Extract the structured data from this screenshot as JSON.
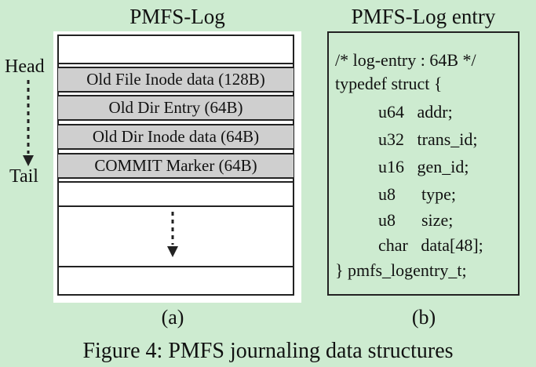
{
  "panel_a": {
    "title": "PMFS-Log",
    "head_label": "Head",
    "tail_label": "Tail",
    "entries": [
      "Old File Inode data (128B)",
      "Old Dir Entry (64B)",
      "Old Dir Inode data (64B)",
      "COMMIT Marker (64B)"
    ],
    "sublabel": "(a)"
  },
  "panel_b": {
    "title": "PMFS-Log entry",
    "code_lines": [
      "/* log-entry : 64B */",
      "typedef struct {",
      "u64   addr;",
      "u32   trans_id;",
      "u16   gen_id;",
      "u8      type;",
      "u8      size;",
      "char   data[48];",
      "} pmfs_logentry_t;"
    ],
    "sublabel": "(b)"
  },
  "caption": "Figure 4: PMFS journaling data structures"
}
